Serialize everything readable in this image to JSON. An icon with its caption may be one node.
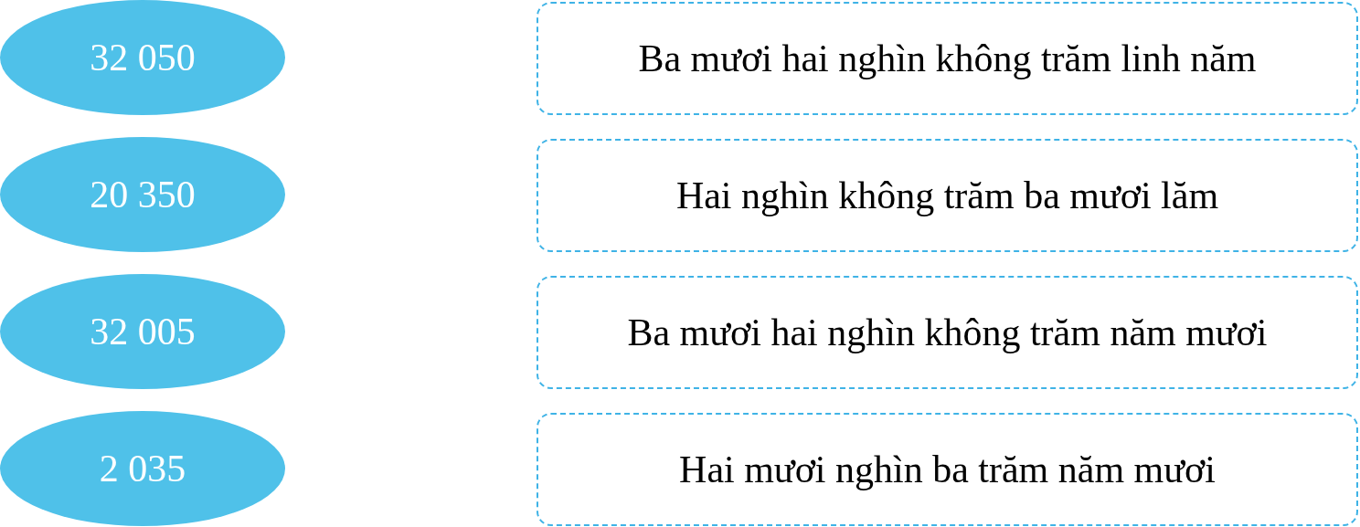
{
  "diagram": {
    "nodes": [
      {
        "text": [
          "32 050"
        ]
      },
      {
        "text": [
          "Ba mươi hai nghìn không trăm linh năm"
        ]
      },
      {
        "text": [
          "20 350"
        ]
      },
      {
        "text": [
          "Hai nghìn không trăm ba mươi lăm"
        ]
      },
      {
        "text": [
          "32 005"
        ]
      },
      {
        "text": [
          "Ba mươi hai nghìn không trăm năm mươi"
        ]
      },
      {
        "text": [
          "2 035"
        ]
      },
      {
        "text": [
          "Hai mươi nghìn ba trăm năm mươi"
        ]
      }
    ]
  }
}
